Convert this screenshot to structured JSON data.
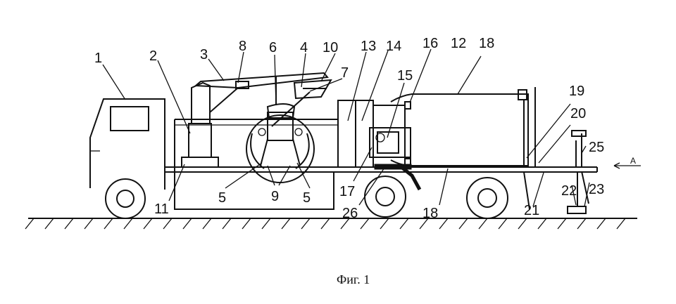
{
  "caption": "Фиг. 1",
  "view_marker": "A",
  "labels": [
    "1",
    "2",
    "3",
    "8",
    "6",
    "4",
    "10",
    "7",
    "13",
    "14",
    "16",
    "12",
    "18",
    "15",
    "19",
    "20",
    "25",
    "5",
    "9",
    "5",
    "11",
    "17",
    "26",
    "18",
    "22",
    "23",
    "21"
  ]
}
